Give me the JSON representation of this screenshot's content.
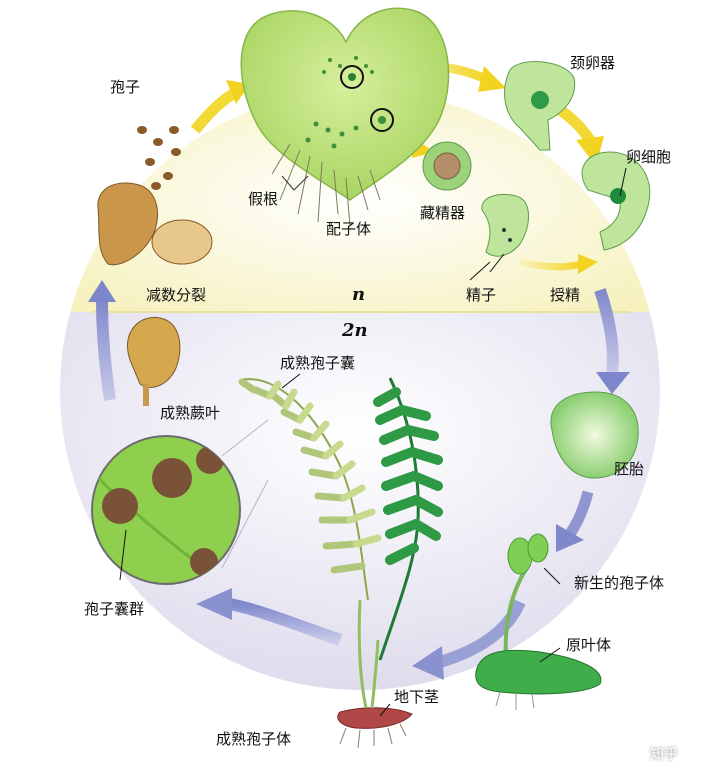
{
  "labels": {
    "spore": "孢子",
    "archegonium": "颈卵器",
    "egg_cell": "卵细胞",
    "rhizoid": "假根",
    "gametophyte": "配子体",
    "antheridium": "藏精器",
    "meiosis": "减数分裂",
    "sperm": "精子",
    "fertilization": "授精",
    "mature_sporangium": "成熟孢子囊",
    "mature_frond": "成熟蕨叶",
    "embryo": "胚胎",
    "young_sporophyte": "新生的孢子体",
    "prothallus": "原叶体",
    "sori": "孢子囊群",
    "rhizome": "地下茎",
    "mature_sporophyte": "成熟孢子体"
  },
  "phases": {
    "haploid": "n",
    "diploid": "2n"
  },
  "watermark": "知乎",
  "colors": {
    "haploid_bg": "#f7f3c4",
    "diploid_bg": "#e4e1ee",
    "yellow_arrow": "#f2d52a",
    "blue_arrow": "#8b93cf",
    "leaf_green": "#2f9a45",
    "light_green": "#b9df6e"
  }
}
